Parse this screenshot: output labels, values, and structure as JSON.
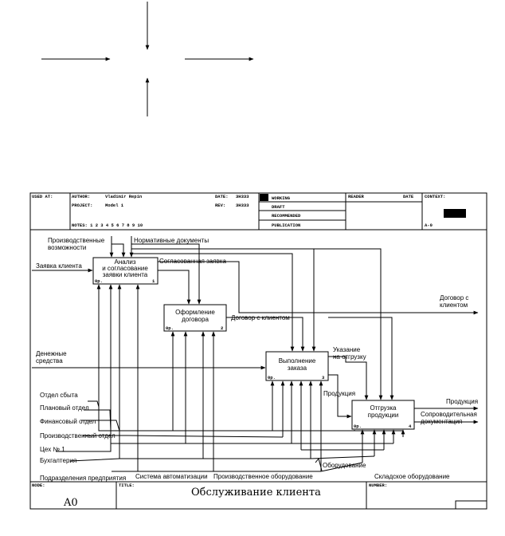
{
  "header": {
    "used_at": "USED AT:",
    "author_label": "AUTHOR:",
    "author": "Vladimir Repin",
    "project_label": "PROJECT:",
    "project": "Model 1",
    "date_label": "DATE:",
    "date": "ЗНЗЗЗ",
    "rev_label": "REV:",
    "rev": "ЗНЗЗЗ",
    "notes": "NOTES:  1  2  3  4  5  6  7  8  9  10",
    "working": "WORKING",
    "draft": "DRAFT",
    "recommended": "RECOMMENDED",
    "publication": "PUBLICATION",
    "reader": "READER",
    "date2": "DATE",
    "context": "CONTEXT:",
    "context_code": "A-0"
  },
  "boxes": [
    {
      "lines": [
        "Анализ",
        "и согласование",
        "заявки клиента"
      ],
      "num": "1",
      "op": "0р."
    },
    {
      "lines": [
        "Оформление",
        "договора"
      ],
      "num": "2",
      "op": "0р."
    },
    {
      "lines": [
        "Выполнение",
        "заказа"
      ],
      "num": "3",
      "op": "0р."
    },
    {
      "lines": [
        "Отгрузка",
        "продукции"
      ],
      "num": "4",
      "op": "0р."
    }
  ],
  "arrows": {
    "prod_vozm": [
      "Производственные",
      "возможности"
    ],
    "norm_docs": "Нормативные документы",
    "zayavka": "Заявка клиента",
    "soglas": "Согласованная заявка",
    "dogovor_out": [
      "Договор с",
      "клиентом"
    ],
    "dogovor_mid": "Договор с клиентом",
    "den_sredstva": [
      "Денежные",
      "средства"
    ],
    "ukazanie": [
      "Указание",
      "на отгрузку"
    ],
    "produkciya_mid": "Продукция",
    "produkciya_out": "Продукция",
    "soprovod": [
      "Сопроводительная",
      "документация"
    ],
    "otdel_sbyta": "Отдел сбыта",
    "plan_otdel": "Плановый отдел",
    "fin_otdel": "Финансовый отдел",
    "proizv_otdel": "Производственный отдел",
    "ceh": "Цех № 1",
    "buh": "Бухгалтерия",
    "podrazd": "Подразделения предприятия",
    "sys_auto": "Система автоматизации",
    "proizv_obor": "Производственное оборудование",
    "oborud": "Оборудование",
    "sklad": "Складское оборудование"
  },
  "footer": {
    "node_label": "NODE:",
    "node": "A0",
    "title_label": "TITLE:",
    "title": "Обслуживание клиента",
    "number_label": "NUMBER:"
  }
}
